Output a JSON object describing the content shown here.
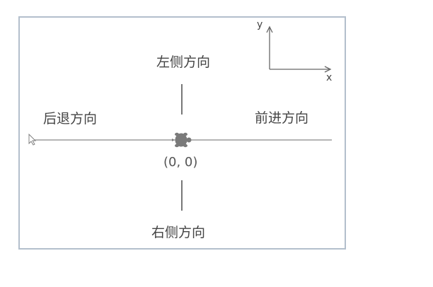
{
  "labels": {
    "left_side": "左侧方向",
    "backward": "后退方向",
    "forward": "前进方向",
    "right_side": "右侧方向",
    "origin": "(0, 0)"
  },
  "axes": {
    "x": "x",
    "y": "y"
  },
  "colors": {
    "frame_border": "#b3bfcc",
    "lines": "#555555",
    "turtle": "#777777",
    "text": "#444444"
  }
}
